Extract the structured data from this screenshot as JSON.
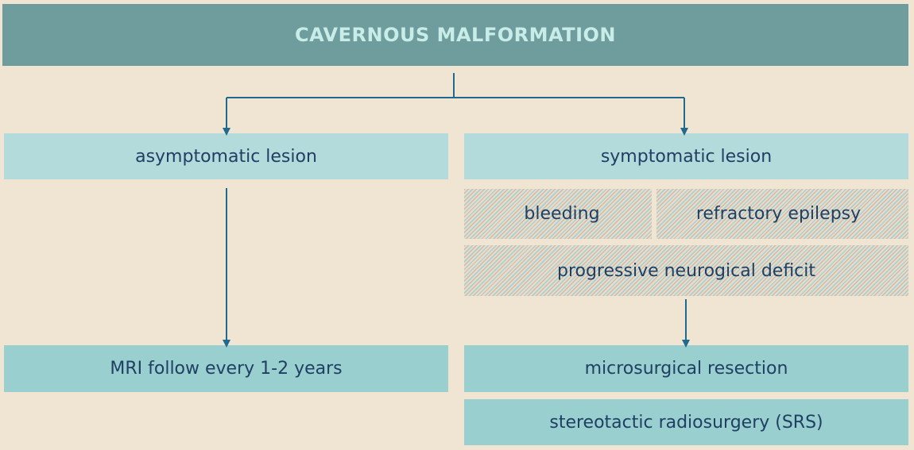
{
  "title": "CAVERNOUS MALFORMATION",
  "left": {
    "category": "asymptomatic lesion",
    "treatment": "MRI follow every 1-2 years"
  },
  "right": {
    "category": "symptomatic lesion",
    "indications": {
      "bleeding": "bleeding",
      "epilepsy": "refractory epilepsy",
      "deficit": "progressive neurogical deficit"
    },
    "treatments": {
      "surgery": "microsurgical resection",
      "srs": "stereotactic radiosurgery (SRS)"
    }
  },
  "colors": {
    "background": "#f0e4d2",
    "title_box": "#6f9c9c",
    "title_text": "#c8ece7",
    "light_box": "#b3dbdc",
    "mid_box": "#9acfcf",
    "text": "#1f3f63",
    "arrow": "#1f6a8f"
  }
}
